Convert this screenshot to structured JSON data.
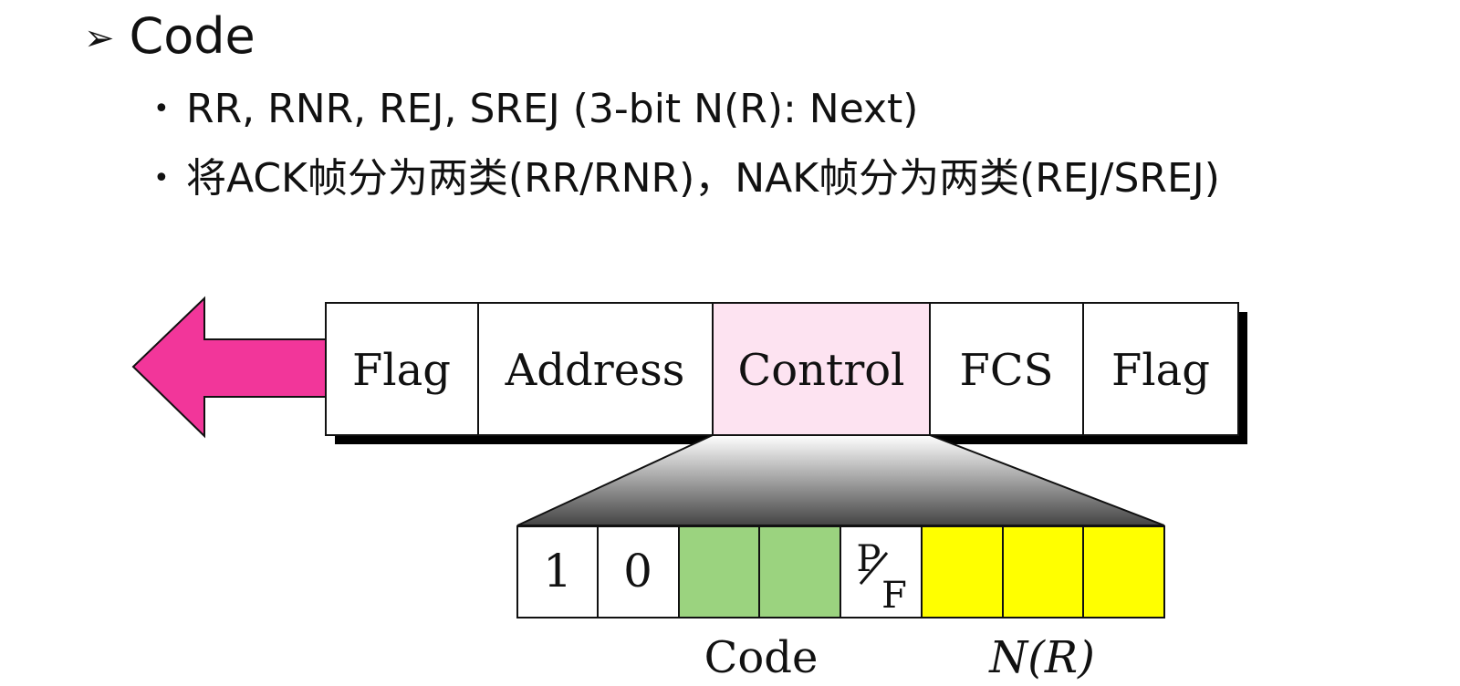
{
  "heading": {
    "marker": "➢",
    "title": "Code"
  },
  "bullets": [
    {
      "text": "RR, RNR, REJ, SREJ  (3-bit N(R): Next)"
    },
    {
      "text": "将ACK帧分为两类(RR/RNR)，NAK帧分为两类(REJ/SREJ)"
    }
  ],
  "frame": {
    "fields": [
      "Flag",
      "Address",
      "Control",
      "FCS",
      "Flag"
    ]
  },
  "control_bits": {
    "bits": [
      "1",
      "0",
      "",
      "",
      "",
      "",
      "",
      ""
    ],
    "pf_top": "P",
    "pf_bottom": "F",
    "code_label": "Code",
    "nr_label": "N(R)"
  },
  "colors": {
    "arrow": "#f2369a",
    "control_highlight": "#fde3f1",
    "code_bits": "#9bd37f",
    "nr_bits": "#ffff00",
    "shadow": "#000000"
  }
}
